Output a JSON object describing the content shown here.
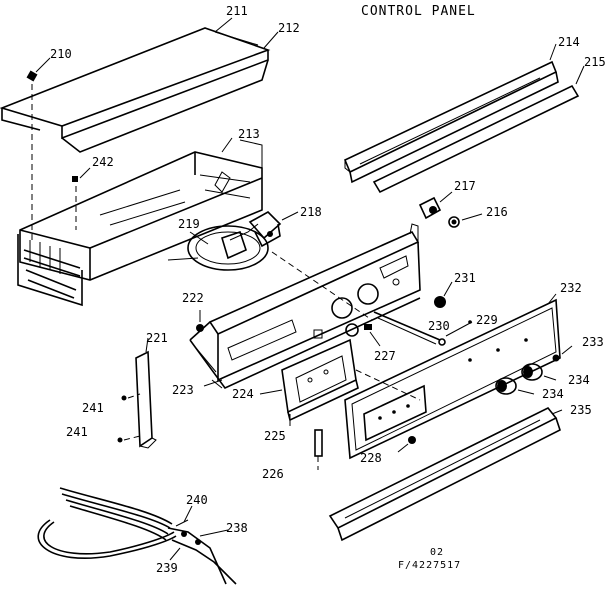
{
  "title": "CONTROL PANEL",
  "footer": {
    "line1": "02",
    "line2": "F/4227517"
  },
  "labels": {
    "p211": "211",
    "p212": "212",
    "p210": "210",
    "p213": "213",
    "p242": "242",
    "p214": "214",
    "p215": "215",
    "p217": "217",
    "p216": "216",
    "p218": "218",
    "p219": "219",
    "p231": "231",
    "p232": "232",
    "p222": "222",
    "p230": "230",
    "p229": "229",
    "p221": "221",
    "p227": "227",
    "p233": "233",
    "p223": "223",
    "p224": "224",
    "p234a": "234",
    "p234b": "234",
    "p241a": "241",
    "p241b": "241",
    "p235": "235",
    "p225": "225",
    "p228": "228",
    "p226": "226",
    "p240": "240",
    "p238": "238",
    "p239": "239"
  }
}
